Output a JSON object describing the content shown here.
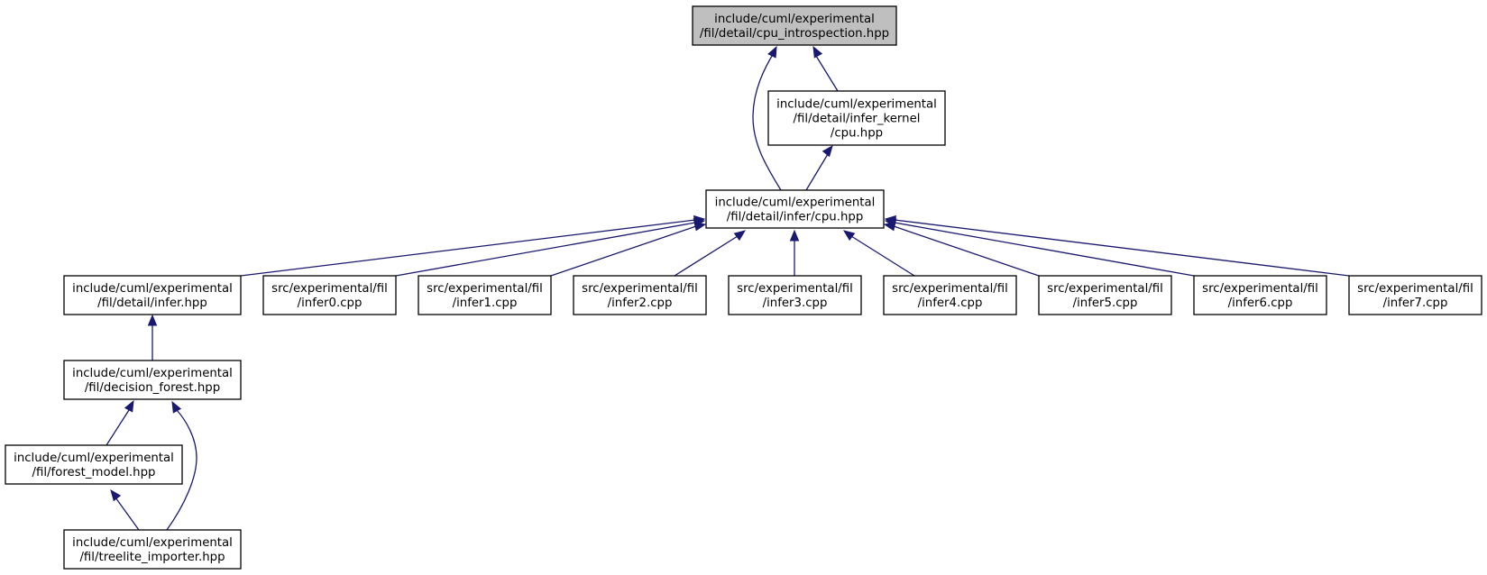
{
  "graph": {
    "colors": {
      "edge": "#191970",
      "root_fill": "#bfbfbf",
      "node_fill": "#ffffff",
      "border": "#000000"
    },
    "nodes": [
      {
        "id": "n0",
        "lines": [
          "include/cuml/experimental",
          "/fil/detail/cpu_introspection.hpp"
        ],
        "highlighted": true
      },
      {
        "id": "n1",
        "lines": [
          "include/cuml/experimental",
          "/fil/detail/infer_kernel",
          "/cpu.hpp"
        ]
      },
      {
        "id": "n2",
        "lines": [
          "include/cuml/experimental",
          "/fil/detail/infer/cpu.hpp"
        ]
      },
      {
        "id": "n3",
        "lines": [
          "include/cuml/experimental",
          "/fil/detail/infer.hpp"
        ]
      },
      {
        "id": "n4",
        "lines": [
          "src/experimental/fil",
          "/infer0.cpp"
        ]
      },
      {
        "id": "n5",
        "lines": [
          "src/experimental/fil",
          "/infer1.cpp"
        ]
      },
      {
        "id": "n6",
        "lines": [
          "src/experimental/fil",
          "/infer2.cpp"
        ]
      },
      {
        "id": "n7",
        "lines": [
          "src/experimental/fil",
          "/infer3.cpp"
        ]
      },
      {
        "id": "n8",
        "lines": [
          "src/experimental/fil",
          "/infer4.cpp"
        ]
      },
      {
        "id": "n9",
        "lines": [
          "src/experimental/fil",
          "/infer5.cpp"
        ]
      },
      {
        "id": "n10",
        "lines": [
          "src/experimental/fil",
          "/infer6.cpp"
        ]
      },
      {
        "id": "n11",
        "lines": [
          "src/experimental/fil",
          "/infer7.cpp"
        ]
      },
      {
        "id": "n12",
        "lines": [
          "include/cuml/experimental",
          "/fil/decision_forest.hpp"
        ]
      },
      {
        "id": "n13",
        "lines": [
          "include/cuml/experimental",
          "/fil/forest_model.hpp"
        ]
      },
      {
        "id": "n14",
        "lines": [
          "include/cuml/experimental",
          "/fil/treelite_importer.hpp"
        ]
      }
    ],
    "edges": [
      {
        "from": "n2",
        "to": "n0"
      },
      {
        "from": "n1",
        "to": "n0"
      },
      {
        "from": "n2",
        "to": "n1"
      },
      {
        "from": "n3",
        "to": "n2"
      },
      {
        "from": "n4",
        "to": "n2"
      },
      {
        "from": "n5",
        "to": "n2"
      },
      {
        "from": "n6",
        "to": "n2"
      },
      {
        "from": "n7",
        "to": "n2"
      },
      {
        "from": "n8",
        "to": "n2"
      },
      {
        "from": "n9",
        "to": "n2"
      },
      {
        "from": "n10",
        "to": "n2"
      },
      {
        "from": "n11",
        "to": "n2"
      },
      {
        "from": "n12",
        "to": "n3"
      },
      {
        "from": "n13",
        "to": "n12"
      },
      {
        "from": "n14",
        "to": "n12"
      },
      {
        "from": "n14",
        "to": "n13"
      }
    ]
  }
}
